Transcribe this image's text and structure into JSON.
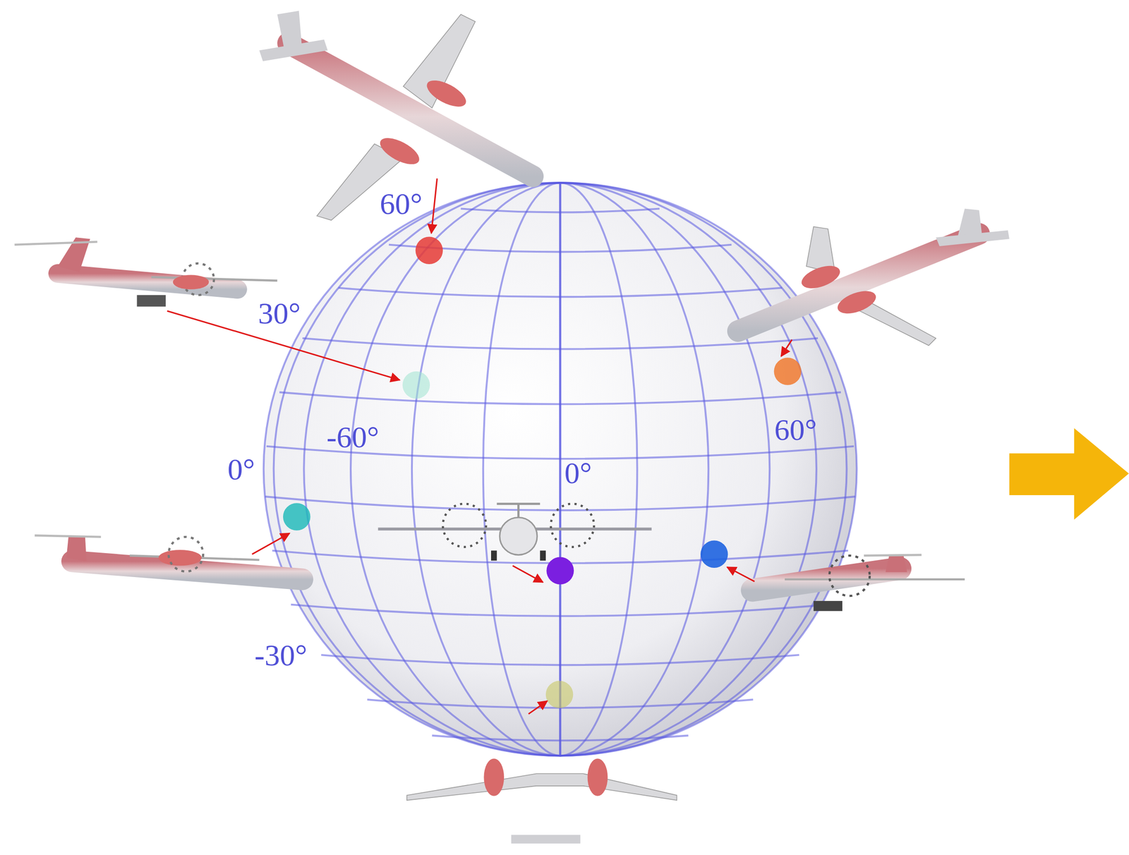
{
  "diagram": {
    "labels": [
      "60°",
      "30°",
      "-60°",
      "0°",
      "0°",
      "60°",
      "-30°"
    ]
  }
}
